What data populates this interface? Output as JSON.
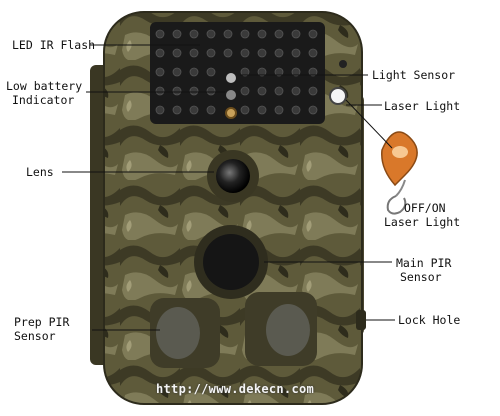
{
  "labels": {
    "led_ir_flash": "LED IR Flash",
    "low_battery_line1": "Low battery",
    "low_battery_line2": "Indicator",
    "lens": "Lens",
    "prep_pir_line1": "Prep PIR",
    "prep_pir_line2": "Sensor",
    "light_sensor": "Light Sensor",
    "laser_light": "Laser Light",
    "off_on_line1": "OFF/ON",
    "off_on_line2": "Laser Light",
    "main_pir_line1": "Main PIR",
    "main_pir_line2": "Sensor",
    "lock_hole": "Lock Hole"
  },
  "watermark": "http://www.dekecn.com",
  "colors": {
    "camo_base": "#5e5a3a",
    "camo_dark": "#3a3723",
    "camo_light": "#8a8663",
    "ir_panel": "#1a1a1a",
    "key_fob": "#d9782a"
  }
}
